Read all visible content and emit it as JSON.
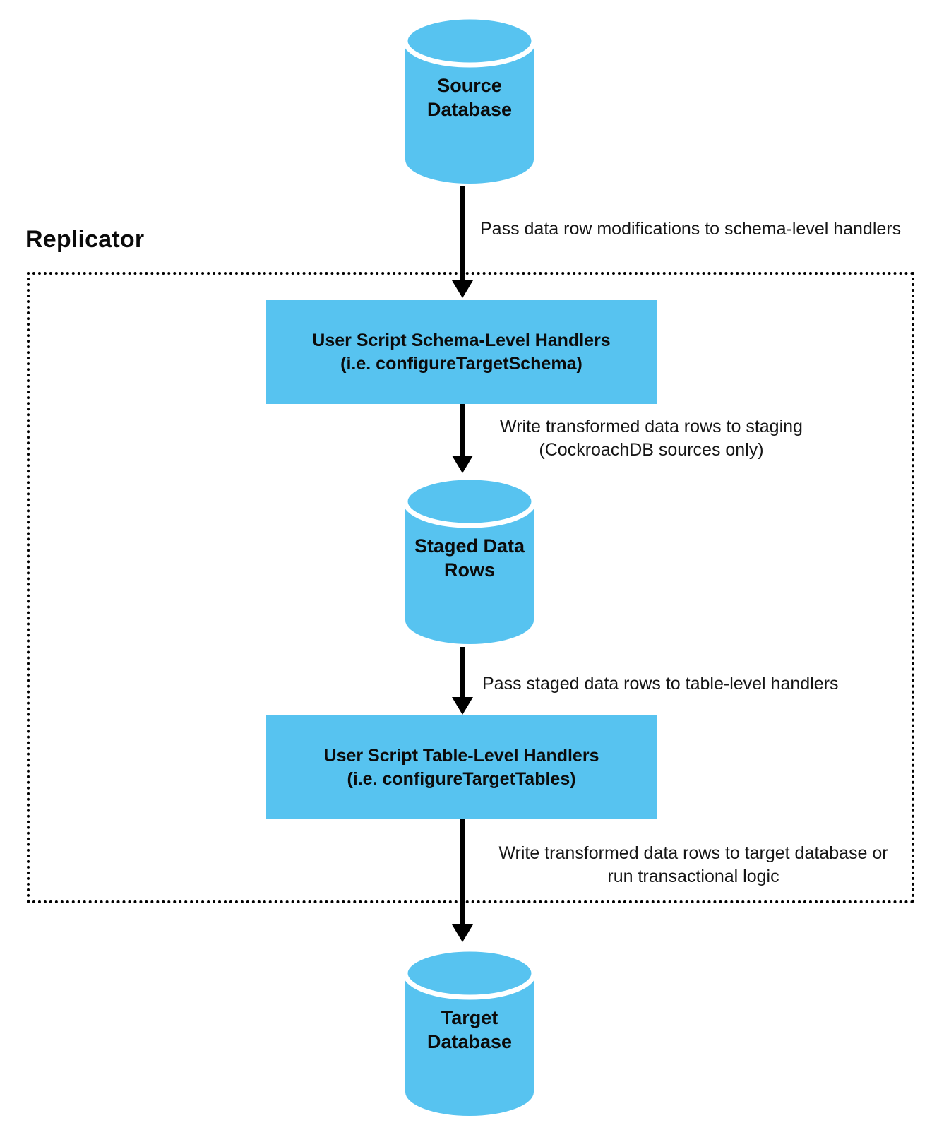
{
  "title": "Replicator",
  "colors": {
    "node_fill": "#57C3F0",
    "arrow": "#000000",
    "background": "#ffffff"
  },
  "nodes": {
    "source_db": {
      "line1": "Source",
      "line2": "Database"
    },
    "schema_handlers": {
      "line1": "User Script Schema-Level Handlers",
      "line2": "(i.e. configureTargetSchema)"
    },
    "staged_rows": {
      "line1": "Staged Data",
      "line2": "Rows"
    },
    "table_handlers": {
      "line1": "User Script Table-Level Handlers",
      "line2": "(i.e. configureTargetTables)"
    },
    "target_db": {
      "line1": "Target",
      "line2": "Database"
    }
  },
  "edges": {
    "e1": {
      "label": "Pass data row modifications to schema-level handlers"
    },
    "e2": {
      "line1": "Write transformed data rows to staging",
      "line2": "(CockroachDB sources only)"
    },
    "e3": {
      "label": "Pass staged data rows to table-level handlers"
    },
    "e4": {
      "line1": "Write transformed data rows to target database or",
      "line2": "run transactional logic"
    }
  }
}
